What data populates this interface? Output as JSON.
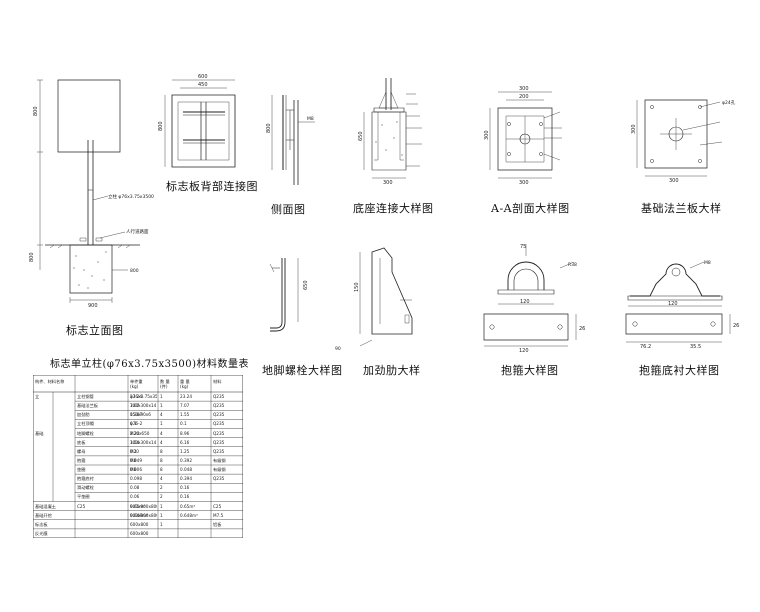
{
  "captions": {
    "sign_elevation": "标志立面图",
    "board_back": "标志板背部连接图",
    "side_view": "侧面图",
    "base_detail": "底座连接大样图",
    "section_aa": "A-A剖面大样图",
    "flange": "基础法兰板大样",
    "anchor_bolt": "地脚螺栓大样图",
    "rib": "加劲肋大样",
    "hoop": "抱箍大样图",
    "hoop_liner": "抱箍底衬大样图"
  },
  "table": {
    "title": "标志单立柱(φ76x3.75x3500)材料数量表",
    "headers": [
      "构件、材料名称",
      "规 格\n(mm)",
      "单件重\n(kg)",
      "数 量\n(件)",
      "重 量\n(kg)",
      "材料"
    ],
    "rows": [
      [
        "立",
        "立柱钢管",
        "φ76x3.75x3500",
        "23.24",
        "1",
        "23.24",
        "Q235"
      ],
      [
        "",
        "柱",
        "基础法兰板",
        "300x300x14",
        "7.07",
        "1",
        "7.07",
        "Q235"
      ],
      [
        "",
        "",
        "加劲肋",
        "150x90x6",
        "0.387",
        "4",
        "1.55",
        "Q235"
      ],
      [
        "",
        "",
        "立柱顶帽",
        "φ76-2",
        "0.1",
        "1",
        "0.1",
        "Q235"
      ],
      [
        "基础",
        "预埋件",
        "地脚螺栓",
        "M20x650",
        "2.24",
        "4",
        "8.96",
        "Q235"
      ],
      [
        "",
        "",
        "底板",
        "300x300x14",
        "1.54",
        "4",
        "6.16",
        "Q235"
      ],
      [
        "",
        "",
        "螺母",
        "M20",
        "0.1",
        "8",
        "1.25",
        "Q235"
      ],
      [
        "",
        "连接件",
        "抱箍",
        "M8",
        "0.049",
        "8",
        "0.392",
        "有级钢"
      ],
      [
        "",
        "",
        "垫圈",
        "M8",
        "0.006",
        "8",
        "0.048",
        "有级钢"
      ],
      [
        "",
        "",
        "抱箍底衬",
        "",
        "0.098",
        "4",
        "0.394",
        "Q235"
      ],
      [
        "",
        "",
        "滑动螺栓",
        "",
        "0.08",
        "2",
        "0.16",
        ""
      ],
      [
        "",
        "",
        "平垫圈",
        "",
        "0.06",
        "2",
        "0.16",
        ""
      ],
      [
        "基础混凝土",
        "",
        "C25",
        "900x900x800",
        "0.65m³",
        "1",
        "0.65m³",
        "C25"
      ],
      [
        "基础开挖",
        "",
        "",
        "900x900x800",
        "0.648m³",
        "1",
        "0.648m³",
        "M7.5"
      ],
      [
        "标志板",
        "",
        "",
        "600x800",
        "",
        "1",
        "",
        "铝板"
      ],
      [
        "反光膜",
        "",
        "",
        "600x800",
        "",
        "",
        "",
        ""
      ]
    ]
  },
  "dims": {
    "board_w": "600",
    "board_inner": "450",
    "board_h": "800",
    "pole_label": "立柱 φ76x3.75x3500",
    "ground_label": "人行道路面",
    "depth": "800",
    "base_w": "900",
    "flange_w": "300",
    "flange_inner": "200",
    "flange_label": "φ24孔",
    "anchor_len": "650",
    "rib_h": "150",
    "rib_w": "90",
    "hoop_r": "R38",
    "hoop_w": "120",
    "hoop_gap": "75",
    "liner_w": "120",
    "liner_dims_a": "76.2",
    "liner_dims_b": "35.5",
    "m8": "M8",
    "size_26": "26"
  }
}
